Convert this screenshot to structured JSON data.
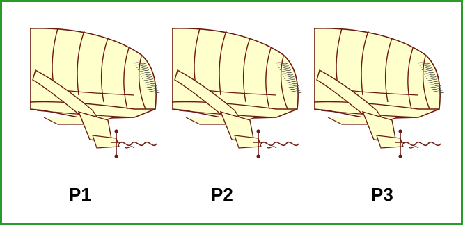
{
  "colors": {
    "border": "#2a9a2a",
    "body_fill": "#ffffcc",
    "outline": "#6b1a12",
    "bristle": "#555555",
    "label": "#000000"
  },
  "panels": [
    {
      "label": "P1",
      "illustration": "insect-abdomen-tip"
    },
    {
      "label": "P2",
      "illustration": "insect-abdomen-tip"
    },
    {
      "label": "P3",
      "illustration": "insect-abdomen-tip"
    }
  ]
}
